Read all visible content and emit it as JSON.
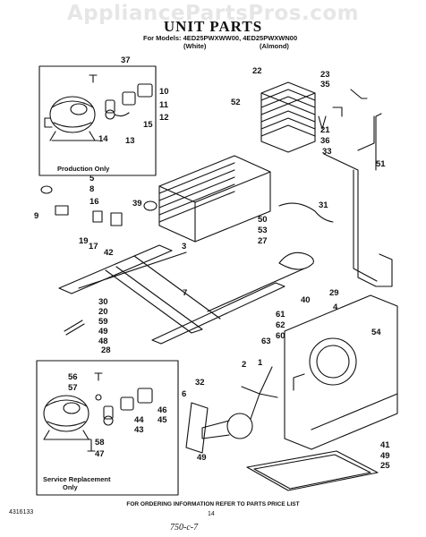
{
  "watermark": "AppliancePartsPros.com",
  "title": "UNIT PARTS",
  "models_line": "For Models: 4ED25PWXWW00, 4ED25PWXWN00",
  "variant_white": "(White)",
  "variant_almond": "(Almond)",
  "box_production": "Production Only",
  "box_service_line1": "Service Replacement",
  "box_service_line2": "Only",
  "footer": "FOR ORDERING INFORMATION REFER TO PARTS PRICE LIST",
  "page_number": "14",
  "part_number": "4316133",
  "handwritten": "750-c-7",
  "callouts": [
    "37",
    "22",
    "23",
    "35",
    "52",
    "10",
    "11",
    "12",
    "15",
    "14",
    "13",
    "21",
    "36",
    "33",
    "51",
    "5",
    "8",
    "16",
    "9",
    "39",
    "31",
    "50",
    "53",
    "27",
    "19",
    "17",
    "42",
    "3",
    "29",
    "30",
    "20",
    "59",
    "49",
    "48",
    "7",
    "40",
    "61",
    "62",
    "63",
    "60",
    "4",
    "54",
    "28",
    "56",
    "57",
    "46",
    "45",
    "44",
    "43",
    "58",
    "47",
    "6",
    "32",
    "2",
    "1",
    "41",
    "25"
  ]
}
